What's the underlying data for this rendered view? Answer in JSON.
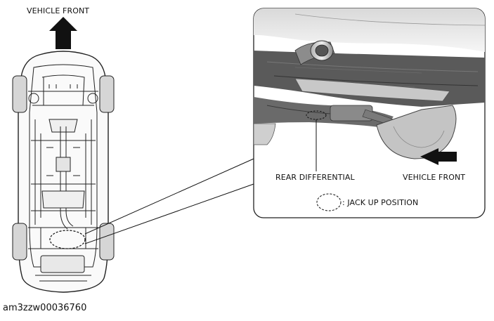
{
  "labels": {
    "vehicle_front_top": "VEHICLE FRONT",
    "rear_differential": "REAR DIFFERENTIAL",
    "vehicle_front_detail": "VEHICLE FRONT",
    "jack_up_position": ": JACK UP POSITION"
  },
  "figure_code": "am3zzw00036760",
  "colors": {
    "line": "#222222",
    "panel_bg": "#ececec",
    "metal_dark": "#4a4a4a",
    "metal_mid": "#8a8a8a",
    "tire": "#bdbdbd"
  }
}
